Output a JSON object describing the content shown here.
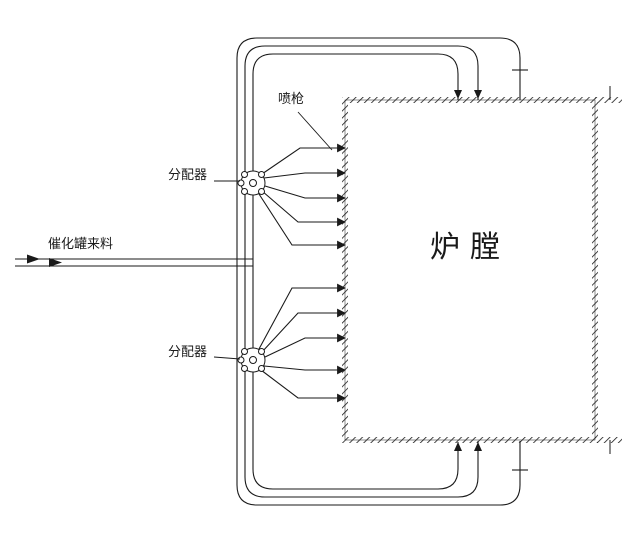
{
  "diagram": {
    "furnace_label": "炉膛",
    "spray_gun_label": "喷枪",
    "distributor_label": "分配器",
    "feed_label": "催化罐来料"
  },
  "colors": {
    "line": "#1a1a1a",
    "background": "#ffffff"
  }
}
